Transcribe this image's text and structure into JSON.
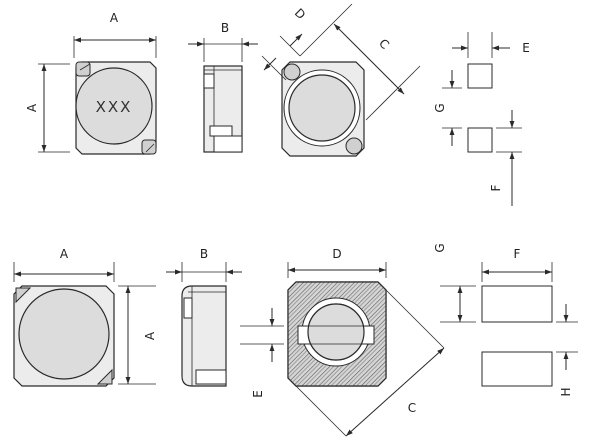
{
  "labels": {
    "dim_a": "A",
    "dim_b": "B",
    "dim_c": "C",
    "dim_d": "D",
    "dim_e": "E",
    "dim_f": "F",
    "dim_g": "G",
    "dim_h": "H"
  },
  "part_marking": "XXX",
  "colors": {
    "line": "#2a2a2a",
    "hatch": "#555555",
    "fill": "#ececec"
  }
}
